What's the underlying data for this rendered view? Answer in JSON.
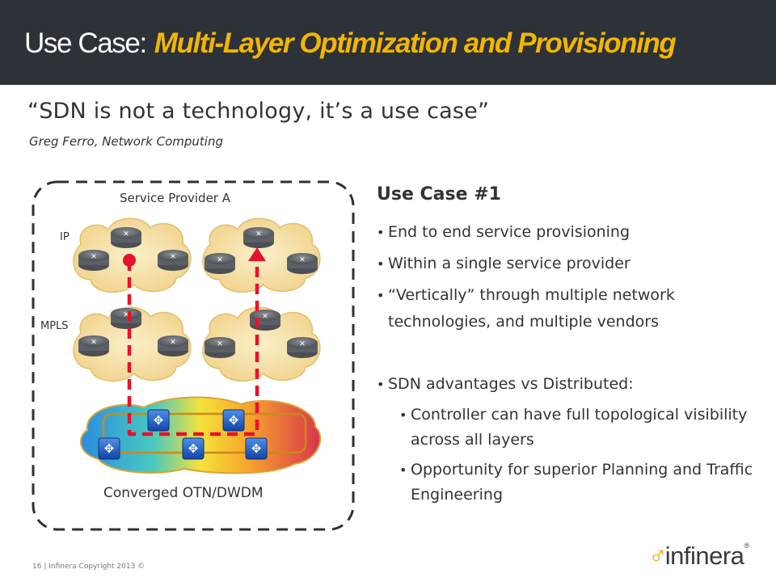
{
  "header": {
    "title_main": "Use Case:",
    "title_sub": "Multi-Layer Optimization and Provisioning"
  },
  "quote": {
    "text": "“SDN is not a technology, it’s a use case”",
    "attribution": "Greg Ferro, Network Computing"
  },
  "diagram": {
    "provider_label": "Service Provider A",
    "ip_label": "IP",
    "mpls_label": "MPLS",
    "optical_label": "Converged OTN/DWDM",
    "path_color": "#e8112d",
    "router_icon": "router-icon",
    "switch_icon": "optical-switch-icon"
  },
  "use_case": {
    "title": "Use Case #1",
    "bullets": [
      "End to end service provisioning",
      "Within a single service provider",
      "“Vertically” through multiple network technologies, and multiple vendors"
    ],
    "advantages_heading": "SDN advantages vs Distributed:",
    "sub_bullets": [
      "Controller can have full topological visibility across all layers",
      "Opportunity for superior Planning and Traffic Engineering"
    ]
  },
  "footer": {
    "text": "16 | Infinera Copyright 2013 ©",
    "logo_text": "infinera",
    "logo_mark": "♂",
    "logo_reg": "®"
  }
}
